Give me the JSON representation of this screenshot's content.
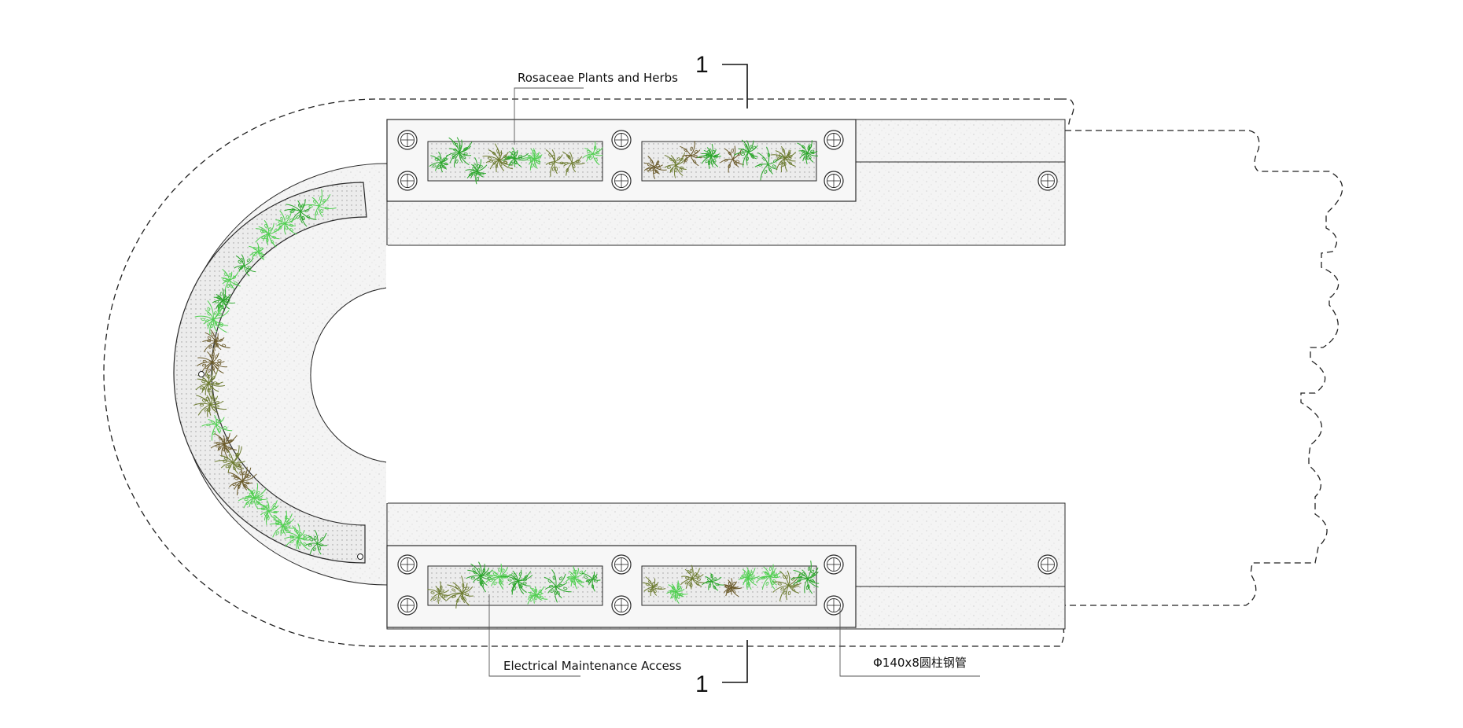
{
  "labels": {
    "rosaceae": "Rosaceae Plants and Herbs",
    "electrical": "Electrical Maintenance Access",
    "pipe": "Φ140x8圆柱钢管",
    "section_top": "1",
    "section_bottom": "1"
  },
  "colors": {
    "line": "#2a2a2a",
    "paving": "#f1f1f1",
    "planter": "#e9e9e9",
    "plant_light": "#4fcf4f",
    "plant_mid": "#2aa62a",
    "plant_dark": "#6b7a2e",
    "plant_brown": "#6a5a2a"
  },
  "icons": [
    "column-pipe-icon",
    "plant-cluster-icon",
    "section-marker-icon"
  ]
}
